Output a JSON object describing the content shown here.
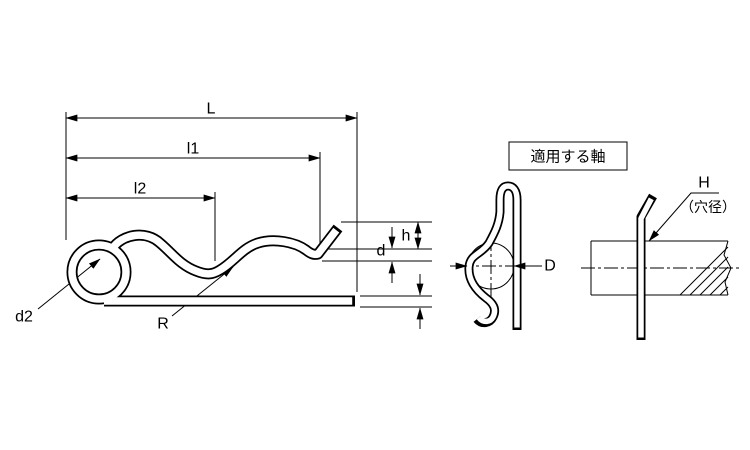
{
  "labels": {
    "L": "L",
    "l1": "l1",
    "l2": "l2",
    "d": "d",
    "h": "h",
    "d2": "d2",
    "R": "R",
    "D": "D",
    "H": "H",
    "hole_note": "（穴径）",
    "shaft_box": "適用する軸"
  },
  "colors": {
    "line": "#000000",
    "background": "#ffffff"
  }
}
